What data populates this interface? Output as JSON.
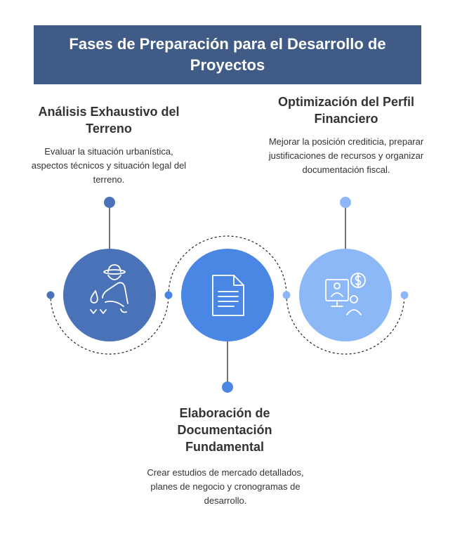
{
  "title": "Fases de Preparación para el Desarrollo de Proyectos",
  "phases": [
    {
      "heading": "Análisis Exhaustivo del Terreno",
      "description": "Evaluar la situación urbanística, aspectos técnicos y situación legal del terreno.",
      "icon": "farmer-field-icon",
      "color": "#4a72b8"
    },
    {
      "heading": "Elaboración de Documentación Fundamental",
      "description": "Crear estudios de mercado detallados, planes de negocio y cronogramas de desarrollo.",
      "icon": "document-icon",
      "color": "#4a86e3"
    },
    {
      "heading": "Optimización del Perfil Financiero",
      "description": "Mejorar la posición crediticia, preparar justificaciones de recursos y organizar documentación fiscal.",
      "icon": "financial-presentation-icon",
      "color": "#8db8f7"
    }
  ]
}
